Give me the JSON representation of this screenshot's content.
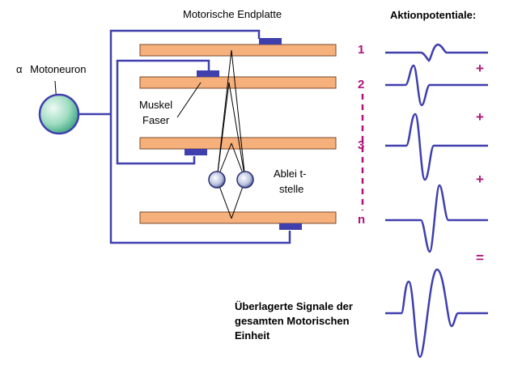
{
  "labels": {
    "endplate": "Motorische Endplatte",
    "action_potentials": "Aktionpotentiale:",
    "motoneuron_symbol": "α",
    "motoneuron": "Motoneuron",
    "muscle_fiber_line1": "Muskel",
    "muscle_fiber_line2": "Faser",
    "electrode_line1": "Ablei t-",
    "electrode_line2": "stelle",
    "summary_line1": "Überlagerte Signale der",
    "summary_line2": "gesamten Motorischen",
    "summary_line3": "Einheit"
  },
  "fiber_numbers": [
    "1",
    "2",
    "3",
    "n"
  ],
  "operators": [
    "+",
    "+",
    "+",
    "="
  ],
  "colors": {
    "neuron_blue": "#3f3fae",
    "fiber_fill": "#f5b07c",
    "fiber_stroke": "#7a4a2a",
    "magenta": "#b0127a",
    "cell_gradient_light": "#e8f8f0",
    "cell_gradient_dark": "#3fb08a"
  }
}
